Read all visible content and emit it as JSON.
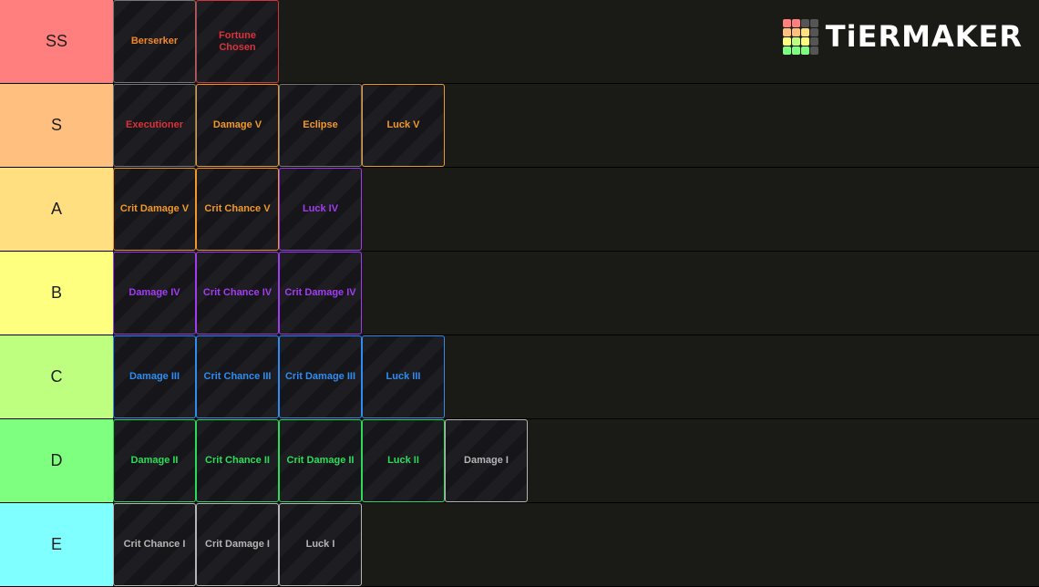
{
  "logo": {
    "text": "TiERMAKER",
    "grid_colors": [
      "#ff7f7f",
      "#ff7f7f",
      "#555555",
      "#555555",
      "#ffbf7f",
      "#ffbf7f",
      "#ffdf7f",
      "#555555",
      "#ffff7f",
      "#bfff7f",
      "#ffff7f",
      "#555555",
      "#7fff7f",
      "#7fff7f",
      "#7fff7f",
      "#555555"
    ]
  },
  "tiers": [
    {
      "label": "SS",
      "color": "#ff7f7f",
      "items": [
        {
          "text": "Berserker",
          "color": "#f0882a",
          "border": "#777777"
        },
        {
          "text": "Fortune\nChosen",
          "color": "#d9333a",
          "border": "#d9333a"
        }
      ]
    },
    {
      "label": "S",
      "color": "#ffbf7f",
      "items": [
        {
          "text": "Executioner",
          "color": "#d9333a",
          "border": "#777777"
        },
        {
          "text": "Damage V",
          "color": "#f0982a",
          "border": "#f0982a"
        },
        {
          "text": "Eclipse",
          "color": "#f0982a",
          "border": "#777777"
        },
        {
          "text": "Luck V",
          "color": "#f0982a",
          "border": "#f0982a"
        }
      ]
    },
    {
      "label": "A",
      "color": "#ffdf7f",
      "items": [
        {
          "text": "Crit Damage V",
          "color": "#f0982a",
          "border": "#f0982a"
        },
        {
          "text": "Crit Chance V",
          "color": "#f0982a",
          "border": "#f0982a"
        },
        {
          "text": "Luck IV",
          "color": "#a23cf0",
          "border": "#a23cf0"
        }
      ]
    },
    {
      "label": "B",
      "color": "#ffff7f",
      "items": [
        {
          "text": "Damage IV",
          "color": "#a23cf0",
          "border": "#a23cf0"
        },
        {
          "text": "Crit Chance IV",
          "color": "#a23cf0",
          "border": "#a23cf0"
        },
        {
          "text": "Crit Damage IV",
          "color": "#a23cf0",
          "border": "#a23cf0"
        }
      ]
    },
    {
      "label": "C",
      "color": "#bfff7f",
      "items": [
        {
          "text": "Damage III",
          "color": "#2f8cf0",
          "border": "#2f8cf0"
        },
        {
          "text": "Crit Chance III",
          "color": "#2f8cf0",
          "border": "#2f8cf0"
        },
        {
          "text": "Crit Damage III",
          "color": "#2f8cf0",
          "border": "#2f8cf0"
        },
        {
          "text": "Luck III",
          "color": "#2f8cf0",
          "border": "#2f8cf0"
        }
      ]
    },
    {
      "label": "D",
      "color": "#7fff7f",
      "items": [
        {
          "text": "Damage II",
          "color": "#2bdc5a",
          "border": "#2bdc5a"
        },
        {
          "text": "Crit Chance II",
          "color": "#2bdc5a",
          "border": "#2bdc5a"
        },
        {
          "text": "Crit Damage II",
          "color": "#2bdc5a",
          "border": "#2bdc5a"
        },
        {
          "text": "Luck II",
          "color": "#2bdc5a",
          "border": "#2bdc5a"
        },
        {
          "text": "Damage I",
          "color": "#b5b5b5",
          "border": "#b5b5b5"
        }
      ]
    },
    {
      "label": "E",
      "color": "#7fffff",
      "items": [
        {
          "text": "Crit Chance I",
          "color": "#b5b5b5",
          "border": "#b5b5b5"
        },
        {
          "text": "Crit Damage I",
          "color": "#b5b5b5",
          "border": "#b5b5b5"
        },
        {
          "text": "Luck I",
          "color": "#b5b5b5",
          "border": "#b5b5b5"
        }
      ]
    }
  ]
}
